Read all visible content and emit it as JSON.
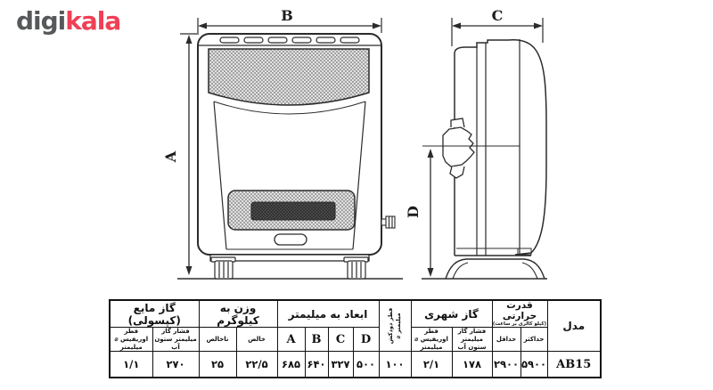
{
  "logo": {
    "part_gray": "digi",
    "part_red": "kala"
  },
  "diagram": {
    "front_width_label": "B",
    "front_height_label": "A",
    "side_width_label": "C",
    "side_height_label": "D"
  },
  "table": {
    "model": {
      "title": "مدل",
      "value": "AB15"
    },
    "thermal_power": {
      "title": "قدرت حرارتی",
      "subtitle": "(کیلو کالری بر ساعت)",
      "max_label": "حداکثر",
      "min_label": "حداقل",
      "max_value": "۵۹۰۰",
      "min_value": "۲۹۰۰"
    },
    "city_gas": {
      "title": "گاز شهری",
      "pressure_label_1": "فشار گاز",
      "pressure_label_2": "میلیمتر ستون آب",
      "orifice_label_1": "قطر اوریفیس ⌀",
      "orifice_label_2": "میلیمتر",
      "pressure_value": "۱۷۸",
      "orifice_value": "۲/۱"
    },
    "chimney": {
      "title_1": "قطر دودکش",
      "title_2": "میلیمتر ⌀",
      "value": "۱۰۰"
    },
    "dimensions": {
      "title": "ابعاد به میلیمتر",
      "a_label": "A",
      "b_label": "B",
      "c_label": "C",
      "d_label": "D",
      "a_value": "۶۸۵",
      "b_value": "۶۴۰",
      "c_value": "۳۲۷",
      "d_value": "۵۰۰"
    },
    "weight": {
      "title": "وزن به کیلوگرم",
      "net_label": "خالص",
      "gross_label": "ناخالص",
      "net_value": "۲۲/۵",
      "gross_value": "۲۵"
    },
    "liquid_gas": {
      "title": "گاز مایع (کپسولی)",
      "pressure_label_1": "فشار گاز",
      "pressure_label_2": "میلیمتر ستون آب",
      "orifice_label_1": "قطر اوریفیس ⌀",
      "orifice_label_2": "میلیمتر",
      "pressure_value": "۲۷۰",
      "orifice_value": "۱/۱"
    }
  },
  "colors": {
    "brand_red": "#ef4056",
    "logo_gray": "#57585a",
    "table_red": "#e00000",
    "line": "#2b2b2b"
  }
}
